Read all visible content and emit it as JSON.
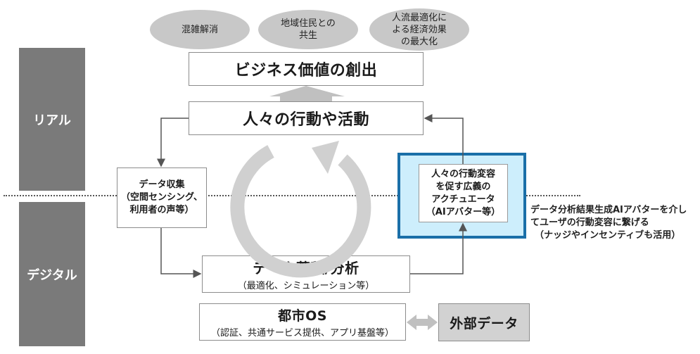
{
  "goals": [
    {
      "lines": [
        "混雑解消"
      ]
    },
    {
      "lines": [
        "地域住民との",
        "共生"
      ]
    },
    {
      "lines": [
        "人流最適化に",
        "よる経済効果",
        "の最大化"
      ]
    }
  ],
  "business_value": {
    "label": "ビジネス価値の創出"
  },
  "people_activity": {
    "label": "人々の行動や活動"
  },
  "data_collection": {
    "lines": [
      "データ収集",
      "（空間センシング、",
      "利用者の声等）"
    ]
  },
  "actuator": {
    "lines": [
      "人々の行動変容",
      "を促す広義の",
      "アクチュエータ",
      "（AIアバター等）"
    ]
  },
  "actuator_note": {
    "lines": [
      "データ分析結果生成AIアバターを介し",
      "てユーザの行動変容に繋げる",
      "（ナッジやインセンティブも活用）"
    ]
  },
  "data_analysis": {
    "label": "データ蓄積/分析",
    "sub": "（最適化、シミュレーション等）"
  },
  "city_os": {
    "label": "都市OS",
    "sub": "（認証、共通サービス提供、アプリ基盤等）"
  },
  "external_data": {
    "label": "外部データ"
  },
  "layers": {
    "real": "リアル",
    "digital": "デジタル"
  },
  "colors": {
    "layer_bar": "#7a7a7a",
    "ellipse": "#c8c8c8",
    "actuator_fill": "#cdeefc",
    "actuator_border": "#1a6fa8",
    "cycle_arrow": "#d0d0d0"
  }
}
